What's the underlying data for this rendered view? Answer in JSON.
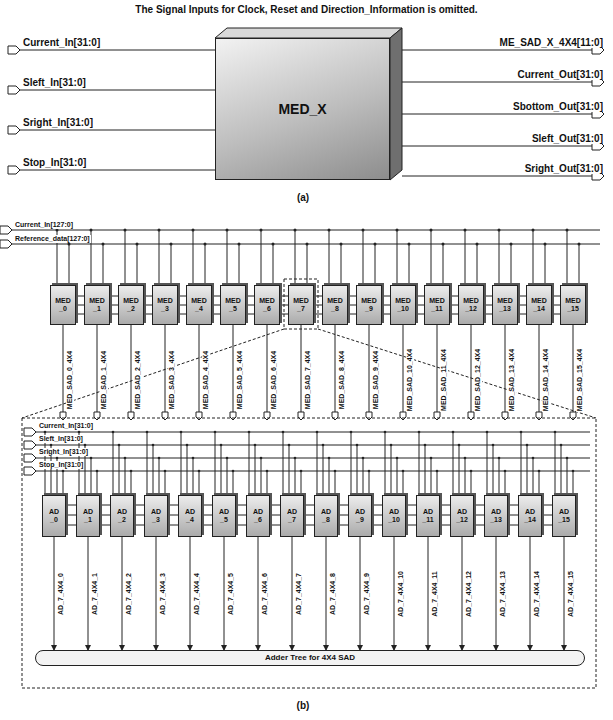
{
  "diagram": {
    "title": "The Signal Inputs for Clock, Reset and Direction_Information is omitted.",
    "nodes": [
      {
        "text": [
          "MED_X"
        ]
      },
      {
        "text": [
          "MED _0"
        ]
      },
      {
        "text": [
          "MED _1"
        ]
      },
      {
        "text": [
          "MED _2"
        ]
      },
      {
        "text": [
          "MED _3"
        ]
      },
      {
        "text": [
          "MED _4"
        ]
      },
      {
        "text": [
          "MED _5"
        ]
      },
      {
        "text": [
          "MED _6"
        ]
      },
      {
        "text": [
          "MED _7"
        ]
      },
      {
        "text": [
          "MED _8"
        ]
      },
      {
        "text": [
          "MED _9"
        ]
      },
      {
        "text": [
          "MED _10"
        ]
      },
      {
        "text": [
          "MED _11"
        ]
      },
      {
        "text": [
          "MED _12"
        ]
      },
      {
        "text": [
          "MED _13"
        ]
      },
      {
        "text": [
          "MED _14"
        ]
      },
      {
        "text": [
          "MED _15"
        ]
      },
      {
        "text": [
          "AD _0"
        ]
      },
      {
        "text": [
          "AD _1"
        ]
      },
      {
        "text": [
          "AD _2"
        ]
      },
      {
        "text": [
          "AD _3"
        ]
      },
      {
        "text": [
          "AD _4"
        ]
      },
      {
        "text": [
          "AD _5"
        ]
      },
      {
        "text": [
          "AD _6"
        ]
      },
      {
        "text": [
          "AD _7"
        ]
      },
      {
        "text": [
          "AD _8"
        ]
      },
      {
        "text": [
          "AD _9"
        ]
      },
      {
        "text": [
          "AD _10"
        ]
      },
      {
        "text": [
          "AD _11"
        ]
      },
      {
        "text": [
          "AD _12"
        ]
      },
      {
        "text": [
          "AD _13"
        ]
      },
      {
        "text": [
          "AD _14"
        ]
      },
      {
        "text": [
          "AD _15"
        ]
      },
      {
        "text": [
          "Adder Tree for 4X4 SAD"
        ]
      }
    ],
    "edges": [
      {
        "from": 17,
        "to": 33,
        "arrow": "to",
        "label": "AD_7_4X4_0"
      },
      {
        "from": 18,
        "to": 33,
        "arrow": "to",
        "label": "AD_7_4X4_1"
      },
      {
        "from": 19,
        "to": 33,
        "arrow": "to",
        "label": "AD_7_4X4_2"
      },
      {
        "from": 20,
        "to": 33,
        "arrow": "to",
        "label": "AD_7_4X4_3"
      },
      {
        "from": 21,
        "to": 33,
        "arrow": "to",
        "label": "AD_7_4X4_4"
      },
      {
        "from": 22,
        "to": 33,
        "arrow": "to",
        "label": "AD_7_4X4_5"
      },
      {
        "from": 23,
        "to": 33,
        "arrow": "to",
        "label": "AD_7_4X4_6"
      },
      {
        "from": 24,
        "to": 33,
        "arrow": "to",
        "label": "AD_7_4X4_7"
      },
      {
        "from": 25,
        "to": 33,
        "arrow": "to",
        "label": "AD_7_4X4_8"
      },
      {
        "from": 26,
        "to": 33,
        "arrow": "to",
        "label": "AD_7_4X4_9"
      },
      {
        "from": 27,
        "to": 33,
        "arrow": "to",
        "label": "AD_7_4X4_10"
      },
      {
        "from": 28,
        "to": 33,
        "arrow": "to",
        "label": "AD_7_4X4_11"
      },
      {
        "from": 29,
        "to": 33,
        "arrow": "to",
        "label": "AD_7_4X4_12"
      },
      {
        "from": 30,
        "to": 33,
        "arrow": "to",
        "label": "AD_7_4X4_13"
      },
      {
        "from": 31,
        "to": 33,
        "arrow": "to",
        "label": "AD_7_4X4_14"
      },
      {
        "from": 32,
        "to": 33,
        "arrow": "to",
        "label": "AD_7_4X4_15"
      }
    ],
    "labels": [
      "Current_In[31:0]",
      "Sleft_In[31:0]",
      "Sright_In[31:0]",
      "Stop_In[31:0]",
      "ME_SAD_X_4X4[11:0]",
      "Current_Out[31:0]",
      "Sbottom_Out[31:0]",
      "Sleft_Out[31:0]",
      "Sright_Out[31:0]",
      "(a)",
      "Current_In[127:0]",
      "Reference_data[127:0]",
      "MED_SAD_0_4X4",
      "MED_SAD_1_4X4",
      "MED_SAD_2_4X4",
      "MED_SAD_3_4X4",
      "MED_SAD_4_4X4",
      "MED_SAD_5_4X4",
      "MED_SAD_6_4X4",
      "MED_SAD_7_4X4",
      "MED_SAD_8_4X4",
      "MED_SAD_9_4X4",
      "MED_SAD_10_4X4",
      "MED_SAD_11_4X4",
      "MED_SAD_12_4X4",
      "MED_SAD_13_4X4",
      "MED_SAD_14_4X4",
      "MED_SAD_15_4X4",
      "Current_In[31:0]",
      "Sleft_In[31:0]",
      "Sright_In[31:0]",
      "Stop_In[31:0]",
      "(b)"
    ]
  }
}
